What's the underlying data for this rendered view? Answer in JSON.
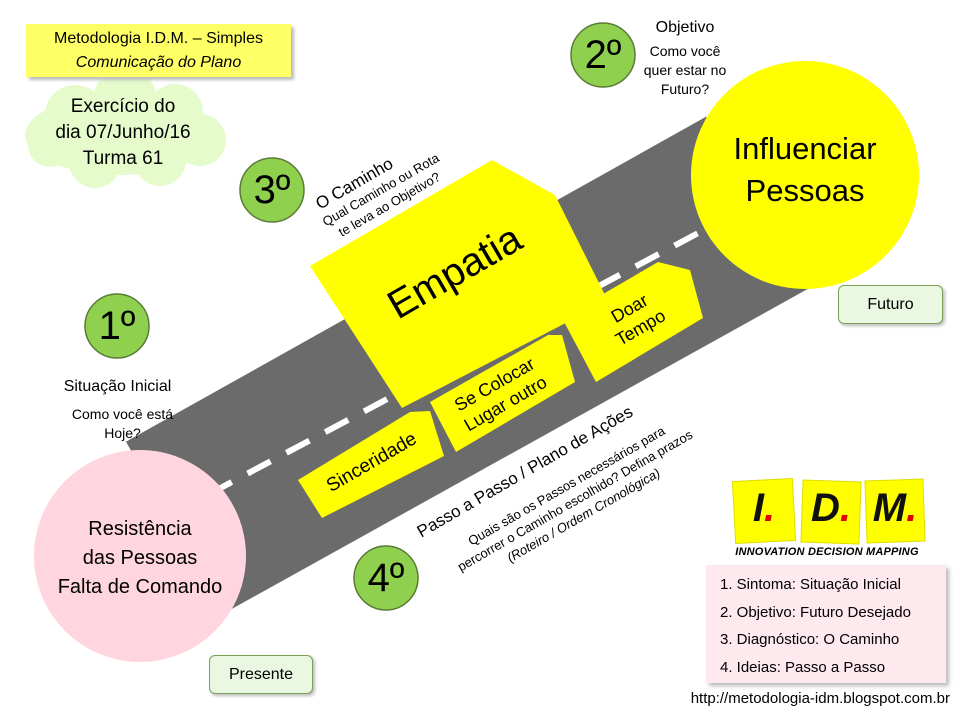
{
  "title": {
    "line1": "Metodologia I.D.M. – Simples",
    "line2": "Comunicação do Plano"
  },
  "exercise": {
    "line1": "Exercício do",
    "line2": "dia 07/Junho/16",
    "line3": "Turma  61"
  },
  "steps": {
    "step1": {
      "number": "1º",
      "label": "Situação Inicial",
      "question_line1": "Como você está",
      "question_line2": "Hoje?"
    },
    "step2": {
      "number": "2º",
      "label": "Objetivo",
      "question_line1": "Como você",
      "question_line2": "quer estar no",
      "question_line3": "Futuro?"
    },
    "step3": {
      "number": "3º",
      "label": "O Caminho",
      "question_line1": "Qual Caminho ou Rota",
      "question_line2": "te leva ao Objetivo?"
    },
    "step4": {
      "number": "4º",
      "label": "Passo a Passo / Plano de Ações",
      "question_line1": "Quais são os Passos necessários para",
      "question_line2": "percorrer o Caminho escolhido?  Defina prazos",
      "question_line3": "(Roteiro / Ordem Cronológica)"
    }
  },
  "start_circle": {
    "line1": "Resistência",
    "line2": "das Pessoas",
    "line3": "Falta de Comando"
  },
  "goal_circle": {
    "line1": "Influenciar",
    "line2": "Pessoas"
  },
  "road_signs": {
    "empatia": "Empatia",
    "sinceridade": "Sinceridade",
    "se_colocar_line1": "Se Colocar",
    "se_colocar_line2": "Lugar outro",
    "doar_line1": "Doar",
    "doar_line2": "Tempo"
  },
  "tags": {
    "futuro": "Futuro",
    "presente": "Presente"
  },
  "logo": {
    "letters": [
      "I.",
      "D.",
      "M."
    ],
    "tagline": "INNOVATION DECISION MAPPING"
  },
  "legend": {
    "items": [
      "1. Sintoma:  Situação Inicial",
      "2. Objetivo:  Futuro Desejado",
      "3. Diagnóstico:  O Caminho",
      "4. Ideias:  Passo a Passo"
    ]
  },
  "footer_url": "http://metodologia-idm.blogspot.com.br",
  "colors": {
    "yellow": "#ffff00",
    "yellow_note": "#ffff66",
    "green_circle": "#8fd14f",
    "pink_circle": "#ffd6df",
    "road": "#6b6b6b",
    "cloud": "#e5fbcc",
    "logo_red": "#e00000"
  }
}
